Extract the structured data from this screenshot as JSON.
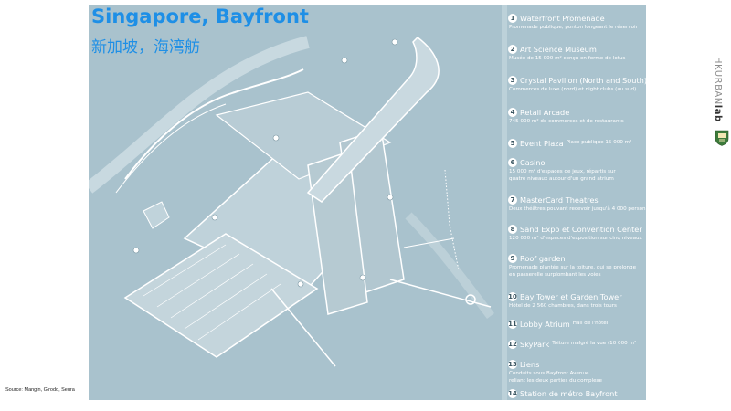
{
  "header": {
    "title": "Singapore, Bayfront",
    "subtitle": "新加坡，海湾舫"
  },
  "legend": [
    {
      "num": "1",
      "title": "Waterfront Promenade",
      "desc": [
        "Promenade publique, ponton longeant le réservoir"
      ]
    },
    {
      "num": "2",
      "title": "Art Science Museum",
      "desc": [
        "Musée de 15 000 m² conçu en forme de lotus"
      ]
    },
    {
      "num": "3",
      "title": "Crystal Pavilion (North and South)",
      "desc": [
        "Commerces de luxe (nord) et night clubs (au sud)"
      ]
    },
    {
      "num": "4",
      "title": "Retail Arcade",
      "desc": [
        "745 000 m² de commerces et de restaurants"
      ]
    },
    {
      "num": "5",
      "title": "Event Plaza",
      "desc": []
    },
    {
      "num": "6",
      "title": "Casino",
      "desc": [
        "15 000 m² d'espaces de jeux, répartis sur",
        "quatre niveaux autour d'un grand atrium"
      ]
    },
    {
      "num": "7",
      "title": "MasterCard Theatres",
      "desc": [
        "Deux théâtres pouvant recevoir jusqu'à 4 000 person"
      ]
    },
    {
      "num": "8",
      "title": "Sand Expo et Convention Center",
      "desc": [
        "120 000 m² d'espaces d'exposition sur cinq niveaux"
      ]
    },
    {
      "num": "9",
      "title": "Roof garden",
      "desc": [
        "Promenade plantée sur la toiture, qui se prolonge",
        "en passerelle surplombant les voies"
      ]
    },
    {
      "num": "10",
      "title": "Bay Tower et Garden Tower",
      "desc": [
        "Hôtel de 2 560 chambres, dans trois tours"
      ]
    },
    {
      "num": "11",
      "title": "Lobby Atrium",
      "desc": []
    },
    {
      "num": "12",
      "title": "SkyPark",
      "desc": []
    },
    {
      "num": "13",
      "title": "Liens",
      "desc": [
        "Conduits sous Bayfront Avenue",
        "reliant les deux parties du complexe"
      ]
    },
    {
      "num": "14",
      "title": "Station de métro Bayfront",
      "desc": []
    }
  ],
  "legend_inline": {
    "event_plaza": "Place publique 15 000 m²",
    "lobby_atrium": "Hall de l'hôtel",
    "skypark": "Toiture malgré la vue (10 000 m²"
  },
  "source": "Source: Mangin, Girodo, Seura",
  "brand": {
    "text": "HKURBAN",
    "lab": "lab"
  },
  "colors": {
    "title_blue": "#1e8fe6",
    "map_background": "#a9c2cd",
    "legend_background": "#aac3ce",
    "drawing_lines": "#ffffff"
  }
}
